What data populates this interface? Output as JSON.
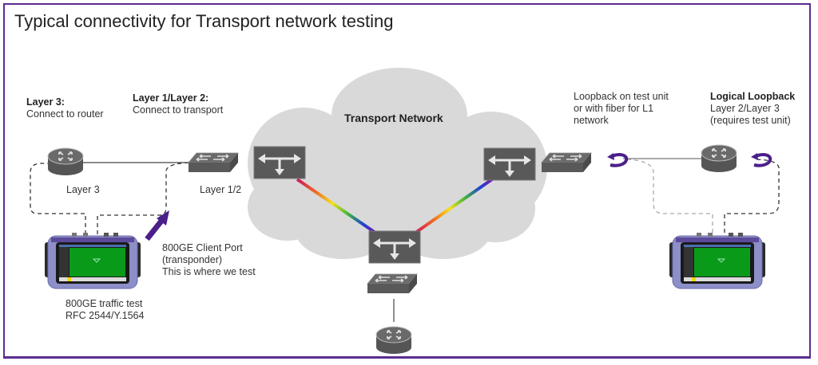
{
  "title": "Typical connectivity for Transport network testing",
  "colors": {
    "frame": "#5a2d91",
    "cloud": "#d9d9d9",
    "device": "#595959",
    "accent_arrow": "#4b1f8a",
    "tester_screen": "#0a9a1a"
  },
  "labels": {
    "layer3_heading": "Layer 3:",
    "layer3_text": "Connect to router",
    "layer12_heading": "Layer 1/Layer 2:",
    "layer12_text": "Connect to transport",
    "cloud": "Transport Network",
    "router_left": "Layer 3",
    "switch_left": "Layer 1/2",
    "client_port_line1": "800GE Client Port",
    "client_port_line2": "(transponder)",
    "client_port_line3": "This is where we test",
    "traffic_test_line1": "800GE traffic test",
    "traffic_test_line2": "RFC 2544/Y.1564",
    "loopback_line1": "Loopback on test unit",
    "loopback_line2": "or with fiber for L1",
    "loopback_line3": "network",
    "logical_heading": "Logical Loopback",
    "logical_line1": "Layer 2/Layer 3",
    "logical_line2": "(requires test unit)"
  },
  "nodes": [
    {
      "id": "router-left",
      "type": "router",
      "label": "Layer 3"
    },
    {
      "id": "switch-left",
      "type": "switch",
      "label": "Layer 1/2"
    },
    {
      "id": "transport-node-left",
      "type": "transport-node"
    },
    {
      "id": "transport-node-right",
      "type": "transport-node"
    },
    {
      "id": "transport-node-bottom",
      "type": "transport-node"
    },
    {
      "id": "switch-right",
      "type": "switch"
    },
    {
      "id": "router-right",
      "type": "router"
    },
    {
      "id": "switch-bottom",
      "type": "switch"
    },
    {
      "id": "router-bottom",
      "type": "router"
    },
    {
      "id": "tester-left",
      "type": "test-instrument"
    },
    {
      "id": "tester-right",
      "type": "test-instrument"
    }
  ],
  "links": [
    {
      "from": "router-left",
      "to": "switch-left",
      "style": "solid"
    },
    {
      "from": "transport-node-left",
      "to": "transport-node-right",
      "style": "rainbow"
    },
    {
      "from": "transport-node-left",
      "to": "transport-node-bottom",
      "style": "rainbow"
    },
    {
      "from": "transport-node-right",
      "to": "transport-node-bottom",
      "style": "rainbow"
    },
    {
      "from": "switch-right",
      "to": "router-right",
      "style": "solid"
    },
    {
      "from": "switch-bottom",
      "to": "router-bottom",
      "style": "solid"
    },
    {
      "from": "tester-left",
      "to": "router-left",
      "style": "dashed"
    },
    {
      "from": "tester-left",
      "to": "switch-left",
      "style": "dashed"
    },
    {
      "from": "tester-right",
      "to": "switch-right",
      "style": "dashed-light"
    },
    {
      "from": "tester-right",
      "to": "router-right",
      "style": "dashed"
    }
  ]
}
